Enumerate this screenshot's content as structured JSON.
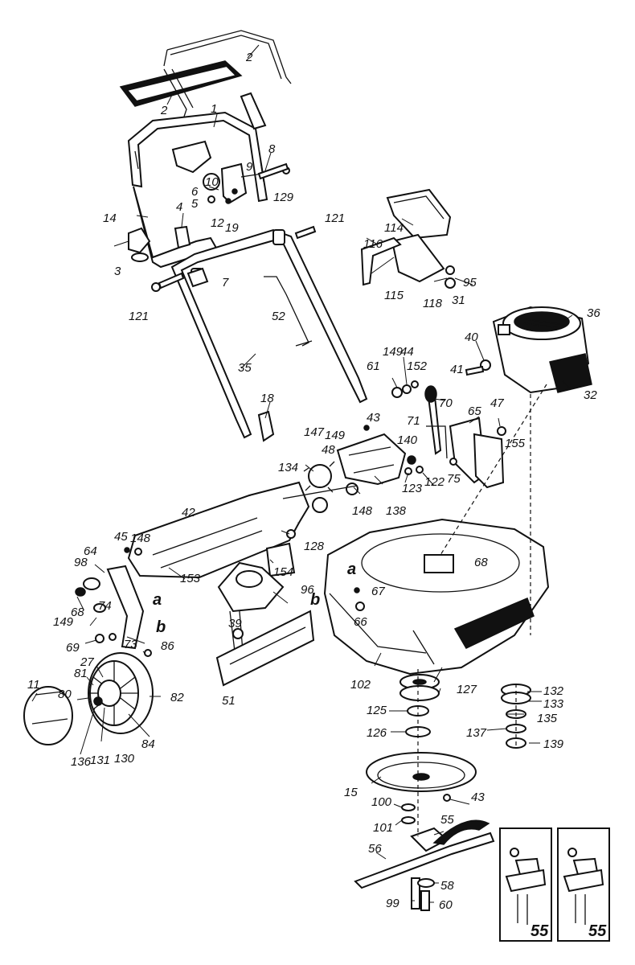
{
  "callouts": {
    "c1": "1",
    "c2a": "2",
    "c2b": "2",
    "c3": "3",
    "c4": "4",
    "c5": "5",
    "c6": "6",
    "c7": "7",
    "c8": "8",
    "c9": "9",
    "c10": "10",
    "c11": "11",
    "c12": "12",
    "c14": "14",
    "c15": "15",
    "c18": "18",
    "c19": "19",
    "c27": "27",
    "c31": "31",
    "c32": "32",
    "c35": "35",
    "c36": "36",
    "c39": "39",
    "c40": "40",
    "c41": "41",
    "c42": "42",
    "c43a": "43",
    "c43b": "43",
    "c44": "44",
    "c45": "45",
    "c47": "47",
    "c48": "48",
    "c51": "51",
    "c52": "52",
    "c55a": "55",
    "c55b": "55",
    "c55c": "55",
    "c56": "56",
    "c58": "58",
    "c60": "60",
    "c61": "61",
    "c64": "64",
    "c65": "65",
    "c66": "66",
    "c67": "67",
    "c68a": "68",
    "c68b": "68",
    "c69": "69",
    "c70": "70",
    "c71": "71",
    "c73": "73",
    "c74": "74",
    "c75": "75",
    "c80": "80",
    "c81": "81",
    "c82": "82",
    "c84": "84",
    "c86": "86",
    "c95": "95",
    "c96": "96",
    "c98": "98",
    "c99": "99",
    "c100": "100",
    "c101": "101",
    "c102": "102",
    "c114": "114",
    "c115": "115",
    "c116": "116",
    "c118": "118",
    "c121a": "121",
    "c121b": "121",
    "c122": "122",
    "c123": "123",
    "c125": "125",
    "c126": "126",
    "c127": "127",
    "c128": "128",
    "c129": "129",
    "c130": "130",
    "c131": "131",
    "c132": "132",
    "c133": "133",
    "c134": "134",
    "c135": "135",
    "c136": "136",
    "c137": "137",
    "c138": "138",
    "c139": "139",
    "c140": "140",
    "c147": "147",
    "c148a": "148",
    "c148b": "148",
    "c149a": "149",
    "c149b": "149",
    "c149c": "149",
    "c152": "152",
    "c153": "153",
    "c154": "154",
    "c155": "155"
  },
  "markers": {
    "a1": "a",
    "a2": "a",
    "b1": "b",
    "b2": "b"
  }
}
